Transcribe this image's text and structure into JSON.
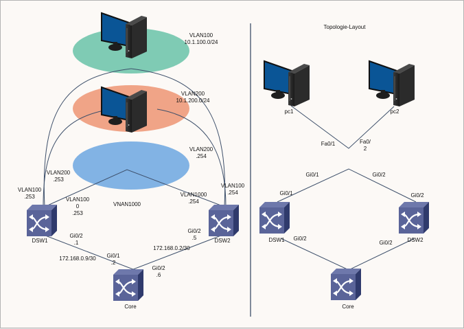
{
  "colors": {
    "background": "#fcf9f6",
    "vlan100_zone": "#7fcbb4",
    "vlan200_zone": "#f0a487",
    "vlan1000_zone": "#82b3e4",
    "switch_front": "#5a6499",
    "switch_top": "#6e78ab",
    "switch_side": "#2f3a6c",
    "link": "#3d4f6a",
    "monitor_screen": "#0a5596"
  },
  "left_diagram": {
    "zones": [
      {
        "name": "VLAN100",
        "subnet": "10.1.100.0/24"
      },
      {
        "name": "VLAN200",
        "subnet": "10.1.200.0/24"
      },
      {
        "name": "VNAN1000"
      }
    ],
    "labels": {
      "vlan100_zone": "VLAN100\n10.1.100.0/24",
      "vlan200_zone": "VLAN200\n10.1.200.0/24",
      "vlan200_dsw2": "VLAN200\n.254",
      "vlan200_dsw1": "VLAN200\n.253",
      "vlan100_dsw1": "VLAN100\n.253",
      "vlan1000_dsw1": "VLAN100\n0\n.253",
      "vlan1000_zone": "VNAN1000",
      "vlan1000_dsw2": "VLAN1000\n.254",
      "vlan100_dsw2": "VLAN100\n.254",
      "dsw1_gi02": "Gi0/2\n.1",
      "link1_subnet": "172.168.0.9/30",
      "core_gi01": "Gi0/1\n.2",
      "dsw2_gi02": "Gi0/2\n.5",
      "link2_subnet": "172.168.0.2/30",
      "core_gi02": "Gi0/2\n.6"
    },
    "devices": {
      "dsw1": "DSW1",
      "dsw2": "DSW2",
      "core": "Core"
    }
  },
  "right_diagram": {
    "title": "Topologie-Layout",
    "devices": {
      "pc1": "pc1",
      "pc2": "pc2",
      "dsw1": "DSW1",
      "dsw2": "DSW2",
      "core": "Core"
    },
    "labels": {
      "pc1_port": "Fa0/1",
      "pc2_port": "Fa0/\n2",
      "top_left": "Gi0/1",
      "top_right": "Gi0/2",
      "dsw1_up": "Gi0/1",
      "dsw2_up": "Gi0/2",
      "dsw1_down": "Gi0/2",
      "dsw2_down": "Gi0/2"
    }
  }
}
